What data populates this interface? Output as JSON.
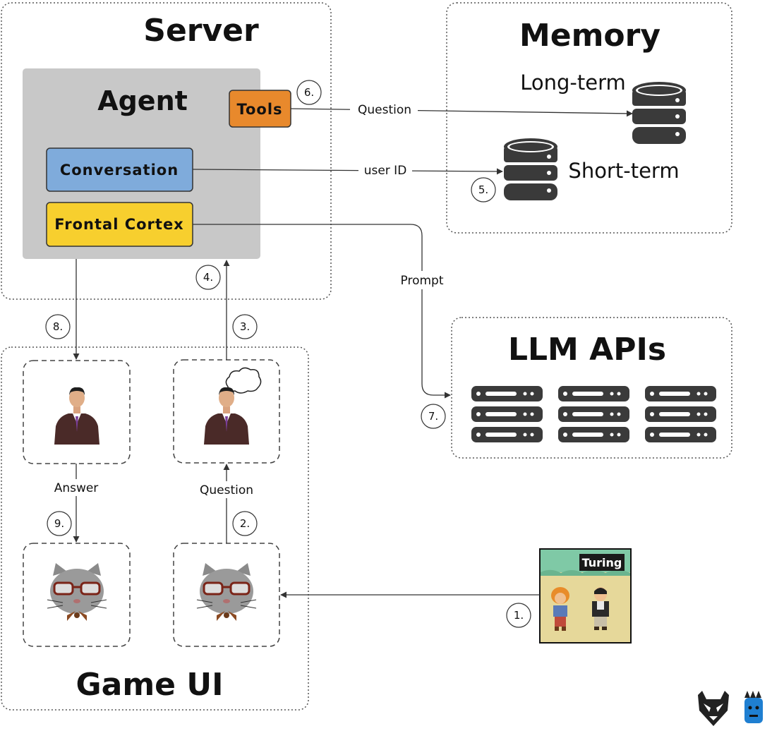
{
  "groups": {
    "server": "Server",
    "memory": "Memory",
    "llm": "LLM APIs",
    "game_ui": "Game UI"
  },
  "agent": {
    "title": "Agent",
    "tools": "Tools",
    "conversation": "Conversation",
    "frontal_cortex": "Frontal Cortex"
  },
  "memory": {
    "long_term": "Long-term",
    "short_term": "Short-term"
  },
  "edges": {
    "question_tools": "Question",
    "user_id": "user ID",
    "prompt": "Prompt",
    "answer": "Answer",
    "question_ui": "Question"
  },
  "steps": [
    "1.",
    "2.",
    "3.",
    "4.",
    "5.",
    "6.",
    "7.",
    "8.",
    "9."
  ],
  "game_screen": {
    "name_tag": "Turing"
  },
  "colors": {
    "tools": "#E8892C",
    "conversation": "#7FABDB",
    "frontal_cortex": "#F7CF2E",
    "agent_bg": "#C8C8C8",
    "icon": "#3a3a3a"
  }
}
